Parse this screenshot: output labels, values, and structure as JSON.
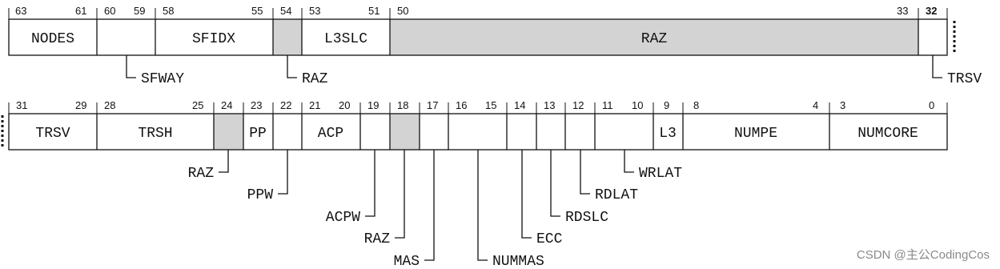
{
  "colors": {
    "reserved": "#d3d3d3",
    "line": "#111111",
    "background": "#ffffff",
    "watermark": "#8a8a8a"
  },
  "row_upper": {
    "bit_labels": [
      "63",
      "61",
      "60",
      "59",
      "58",
      "55",
      "54",
      "53",
      "51",
      "50",
      "33",
      "32"
    ],
    "fields": [
      "NODES",
      "SFIDX",
      "L3SLC",
      "RAZ"
    ],
    "callouts": [
      "SFWAY",
      "RAZ",
      "TRSV"
    ]
  },
  "row_lower": {
    "bit_labels": [
      "31",
      "29",
      "28",
      "25",
      "24",
      "23",
      "22",
      "21",
      "20",
      "19",
      "18",
      "17",
      "16",
      "15",
      "14",
      "13",
      "12",
      "11",
      "10",
      "9",
      "8",
      "4",
      "3",
      "0"
    ],
    "fields": [
      "TRSV",
      "TRSH",
      "PP",
      "ACP",
      "L3",
      "NUMPE",
      "NUMCORE"
    ],
    "callouts": [
      "RAZ",
      "PPW",
      "ACPW",
      "RAZ",
      "MAS",
      "NUMMAS",
      "ECC",
      "RDSLC",
      "RDLAT",
      "WRLAT"
    ]
  },
  "watermark": "CSDN @主公CodingCos"
}
